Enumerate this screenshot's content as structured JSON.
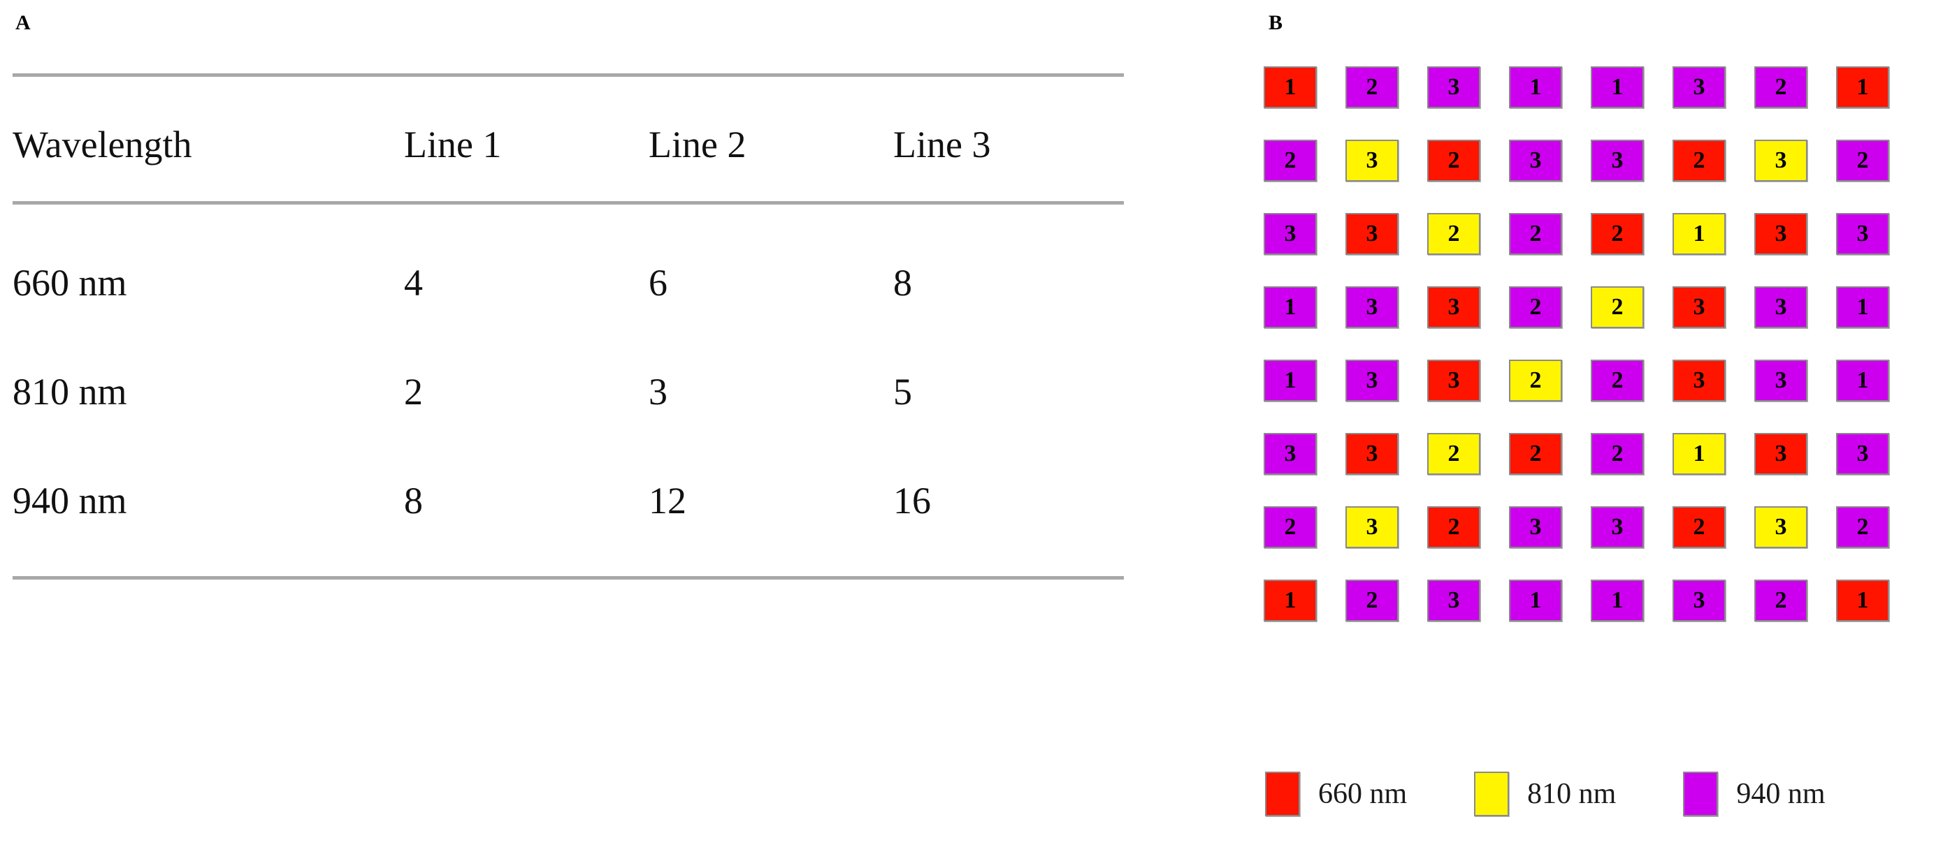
{
  "figure": {
    "panel_a_label": "A",
    "panel_b_label": "B"
  },
  "panel_a": {
    "table": {
      "columns": [
        "Wavelength",
        "Line 1",
        "Line 2",
        "Line 3"
      ],
      "rows": [
        {
          "wavelength": "660 nm",
          "line1": "4",
          "line2": "6",
          "line3": "8"
        },
        {
          "wavelength": "810 nm",
          "line1": "2",
          "line2": "3",
          "line3": "5"
        },
        {
          "wavelength": "940 nm",
          "line1": "8",
          "line2": "12",
          "line3": "16"
        }
      ]
    }
  },
  "panel_b": {
    "colors": {
      "660nm": "#FF1400",
      "810nm": "#FFF500",
      "940nm": "#CC00EE",
      "border": "#8a8a8a"
    },
    "grid": {
      "rows": 8,
      "cols": 8,
      "cells": [
        [
          {
            "label": "1",
            "wavelength": "660 nm"
          },
          {
            "label": "2",
            "wavelength": "940 nm"
          },
          {
            "label": "3",
            "wavelength": "940 nm"
          },
          {
            "label": "1",
            "wavelength": "940 nm"
          },
          {
            "label": "1",
            "wavelength": "940 nm"
          },
          {
            "label": "3",
            "wavelength": "940 nm"
          },
          {
            "label": "2",
            "wavelength": "940 nm"
          },
          {
            "label": "1",
            "wavelength": "660 nm"
          }
        ],
        [
          {
            "label": "2",
            "wavelength": "940 nm"
          },
          {
            "label": "3",
            "wavelength": "810 nm"
          },
          {
            "label": "2",
            "wavelength": "660 nm"
          },
          {
            "label": "3",
            "wavelength": "940 nm"
          },
          {
            "label": "3",
            "wavelength": "940 nm"
          },
          {
            "label": "2",
            "wavelength": "660 nm"
          },
          {
            "label": "3",
            "wavelength": "810 nm"
          },
          {
            "label": "2",
            "wavelength": "940 nm"
          }
        ],
        [
          {
            "label": "3",
            "wavelength": "940 nm"
          },
          {
            "label": "3",
            "wavelength": "660 nm"
          },
          {
            "label": "2",
            "wavelength": "810 nm"
          },
          {
            "label": "2",
            "wavelength": "940 nm"
          },
          {
            "label": "2",
            "wavelength": "660 nm"
          },
          {
            "label": "1",
            "wavelength": "810 nm"
          },
          {
            "label": "3",
            "wavelength": "660 nm"
          },
          {
            "label": "3",
            "wavelength": "940 nm"
          }
        ],
        [
          {
            "label": "1",
            "wavelength": "940 nm"
          },
          {
            "label": "3",
            "wavelength": "940 nm"
          },
          {
            "label": "3",
            "wavelength": "660 nm"
          },
          {
            "label": "2",
            "wavelength": "940 nm"
          },
          {
            "label": "2",
            "wavelength": "810 nm"
          },
          {
            "label": "3",
            "wavelength": "660 nm"
          },
          {
            "label": "3",
            "wavelength": "940 nm"
          },
          {
            "label": "1",
            "wavelength": "940 nm"
          }
        ],
        [
          {
            "label": "1",
            "wavelength": "940 nm"
          },
          {
            "label": "3",
            "wavelength": "940 nm"
          },
          {
            "label": "3",
            "wavelength": "660 nm"
          },
          {
            "label": "2",
            "wavelength": "810 nm"
          },
          {
            "label": "2",
            "wavelength": "940 nm"
          },
          {
            "label": "3",
            "wavelength": "660 nm"
          },
          {
            "label": "3",
            "wavelength": "940 nm"
          },
          {
            "label": "1",
            "wavelength": "940 nm"
          }
        ],
        [
          {
            "label": "3",
            "wavelength": "940 nm"
          },
          {
            "label": "3",
            "wavelength": "660 nm"
          },
          {
            "label": "2",
            "wavelength": "810 nm"
          },
          {
            "label": "2",
            "wavelength": "660 nm"
          },
          {
            "label": "2",
            "wavelength": "940 nm"
          },
          {
            "label": "1",
            "wavelength": "810 nm"
          },
          {
            "label": "3",
            "wavelength": "660 nm"
          },
          {
            "label": "3",
            "wavelength": "940 nm"
          }
        ],
        [
          {
            "label": "2",
            "wavelength": "940 nm"
          },
          {
            "label": "3",
            "wavelength": "810 nm"
          },
          {
            "label": "2",
            "wavelength": "660 nm"
          },
          {
            "label": "3",
            "wavelength": "940 nm"
          },
          {
            "label": "3",
            "wavelength": "940 nm"
          },
          {
            "label": "2",
            "wavelength": "660 nm"
          },
          {
            "label": "3",
            "wavelength": "810 nm"
          },
          {
            "label": "2",
            "wavelength": "940 nm"
          }
        ],
        [
          {
            "label": "1",
            "wavelength": "660 nm"
          },
          {
            "label": "2",
            "wavelength": "940 nm"
          },
          {
            "label": "3",
            "wavelength": "940 nm"
          },
          {
            "label": "1",
            "wavelength": "940 nm"
          },
          {
            "label": "1",
            "wavelength": "940 nm"
          },
          {
            "label": "3",
            "wavelength": "940 nm"
          },
          {
            "label": "2",
            "wavelength": "940 nm"
          },
          {
            "label": "1",
            "wavelength": "660 nm"
          }
        ]
      ]
    },
    "legend": [
      {
        "label": "660 nm",
        "color": "#FF1400"
      },
      {
        "label": "810 nm",
        "color": "#FFF500"
      },
      {
        "label": "940 nm",
        "color": "#CC00EE"
      }
    ]
  },
  "chart_data": {
    "type": "table",
    "title": "",
    "columns": [
      "Wavelength",
      "Line 1",
      "Line 2",
      "Line 3"
    ],
    "categories": [
      "660 nm",
      "810 nm",
      "940 nm"
    ],
    "series": [
      {
        "name": "Line 1",
        "values": [
          4,
          2,
          8
        ]
      },
      {
        "name": "Line 2",
        "values": [
          6,
          3,
          12
        ]
      },
      {
        "name": "Line 3",
        "values": [
          8,
          5,
          16
        ]
      }
    ],
    "xlabel": "Wavelength",
    "ylabel": "",
    "legend_entries": [
      "660 nm",
      "810 nm",
      "940 nm"
    ],
    "annotations": [
      "A",
      "B"
    ]
  }
}
